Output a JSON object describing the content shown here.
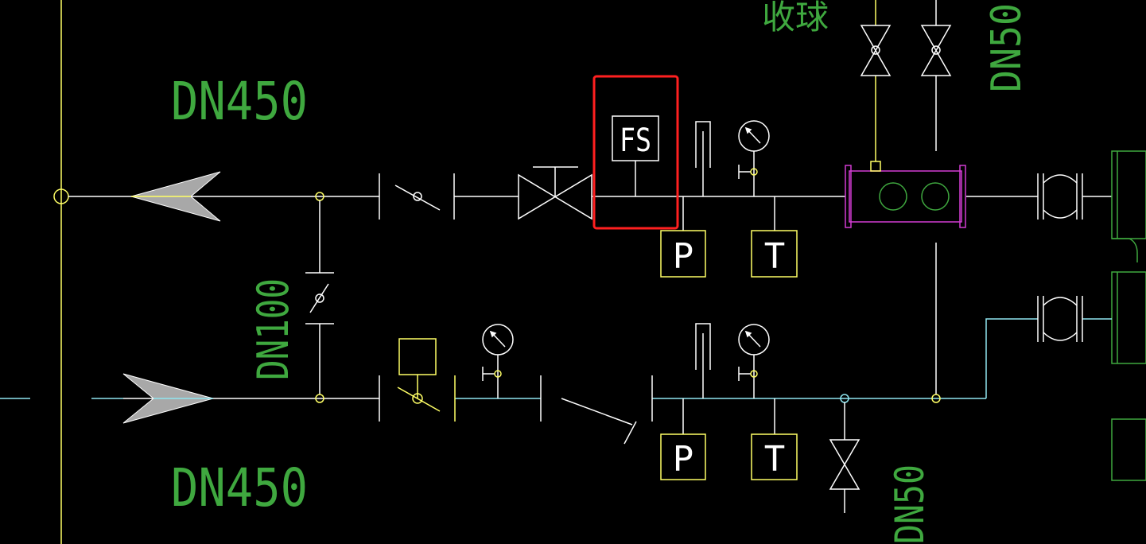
{
  "colors": {
    "background": "#000000",
    "pipe_white": "#ffffff",
    "pipe_cyan": "#8fe6f0",
    "symbol_yellow": "#ffff66",
    "text_green": "#3fa83f",
    "text_white": "#ffffff",
    "equipment_magenta": "#d23cd2",
    "highlight_red": "#ff2020",
    "arrow_gray": "#a8a8a8"
  },
  "labels": {
    "dn450_top": "DN450",
    "dn450_bottom": "DN450",
    "dn100": "DN100",
    "dn50_right": "DN50",
    "dn50_bottom": "DN50",
    "chinese_top": "收球",
    "fs": "FS",
    "p_top": "P",
    "t_top": "T",
    "p_bottom": "P",
    "t_bottom": "T"
  },
  "icons": {
    "arrow_top": "flow-arrow-left-icon",
    "arrow_bottom": "flow-arrow-right-icon",
    "gauge": "pressure-gauge-icon",
    "valve": "gate-valve-icon",
    "butterfly": "butterfly-valve-icon",
    "check": "check-valve-icon",
    "flex": "flexible-joint-icon"
  }
}
